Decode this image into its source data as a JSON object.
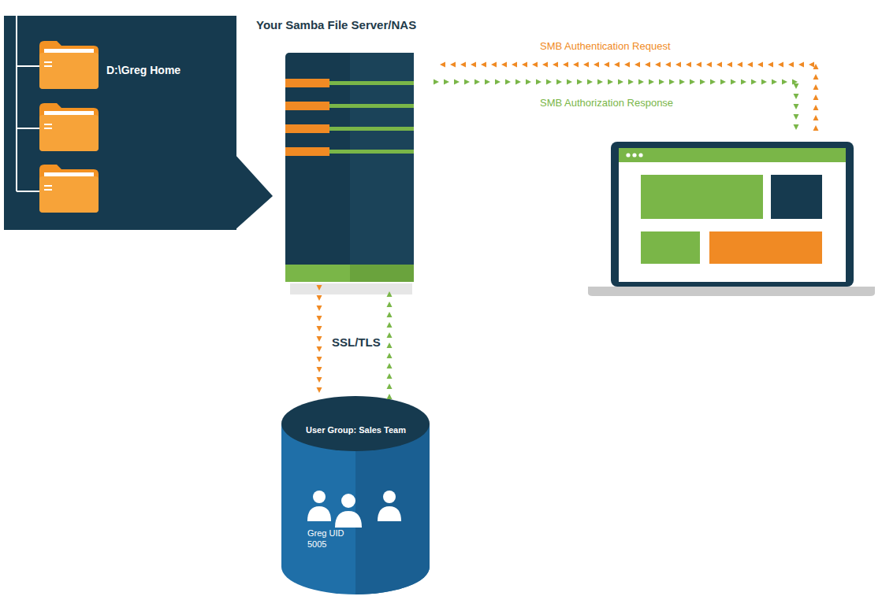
{
  "diagram": {
    "nodes": [
      {
        "text": [
          "Your Samba File Server/NAS"
        ]
      },
      {
        "text": [
          "D:\\Greg Home"
        ]
      },
      {
        "text": [
          "User Group: Sales Team",
          "Greg UID 5005"
        ]
      }
    ],
    "edges": [
      {
        "from": 0,
        "to": 2,
        "arrow": "to",
        "label": "SSL/TLS"
      },
      {
        "from": 2,
        "to": 0,
        "arrow": "to"
      }
    ],
    "labels": [
      "SMB Authentication Request",
      "SMB Authorization Response"
    ]
  }
}
